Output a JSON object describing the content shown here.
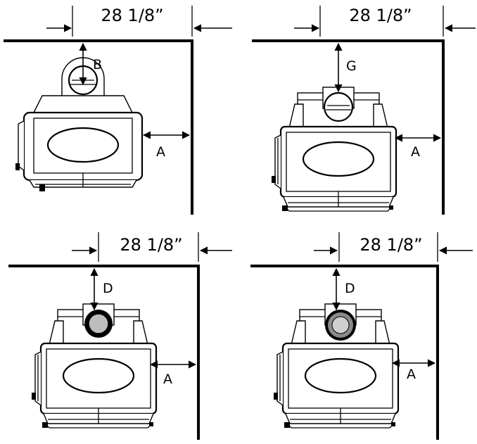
{
  "figure": {
    "panels": [
      {
        "id": "top-left",
        "dimension": "28 1/8”",
        "wall_label": "B",
        "side_label": "A"
      },
      {
        "id": "top-right",
        "dimension": "28 1/8”",
        "wall_label": "G",
        "side_label": "A"
      },
      {
        "id": "bottom-left",
        "dimension": "28 1/8”",
        "wall_label": "D",
        "side_label": "A"
      },
      {
        "id": "bottom-right",
        "dimension": "28 1/8”",
        "wall_label": "D",
        "side_label": "A"
      }
    ]
  }
}
